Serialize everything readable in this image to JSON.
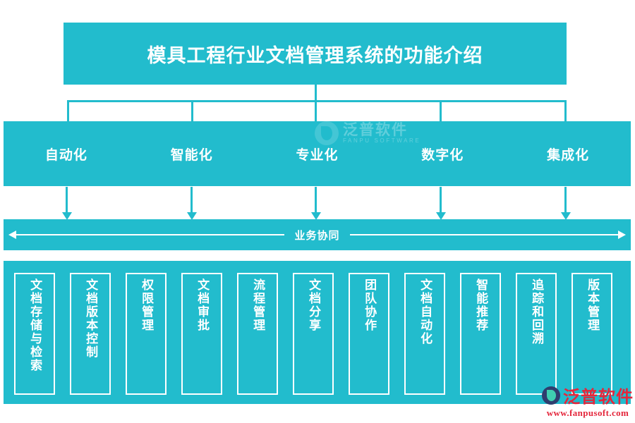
{
  "title": {
    "text": "模具工程行业文档管理系统的功能介绍"
  },
  "colors": {
    "teal": "#22bccd",
    "white": "#ffffff",
    "logo_red": "#e4263b",
    "logo_navy": "#2f3e6e",
    "logo_green": "#3fcfb0"
  },
  "categories": [
    {
      "label": "自动化"
    },
    {
      "label": "智能化"
    },
    {
      "label": "专业化"
    },
    {
      "label": "数字化"
    },
    {
      "label": "集成化"
    }
  ],
  "collaboration": {
    "label": "业务协同"
  },
  "features": [
    {
      "label": "文档存储与检索"
    },
    {
      "label": "文档版本控制"
    },
    {
      "label": "权限管理"
    },
    {
      "label": "文档审批"
    },
    {
      "label": "流程管理"
    },
    {
      "label": "文档分享"
    },
    {
      "label": "团队协作"
    },
    {
      "label": "文档自动化"
    },
    {
      "label": "智能推荐"
    },
    {
      "label": "追踪和回溯"
    },
    {
      "label": "版本管理"
    }
  ],
  "watermark": {
    "cn": "泛普软件",
    "en": "FANPU SOFTWARE"
  },
  "corner_logo": {
    "cn": "泛普软件",
    "url": "www.fanpusoft.com"
  }
}
